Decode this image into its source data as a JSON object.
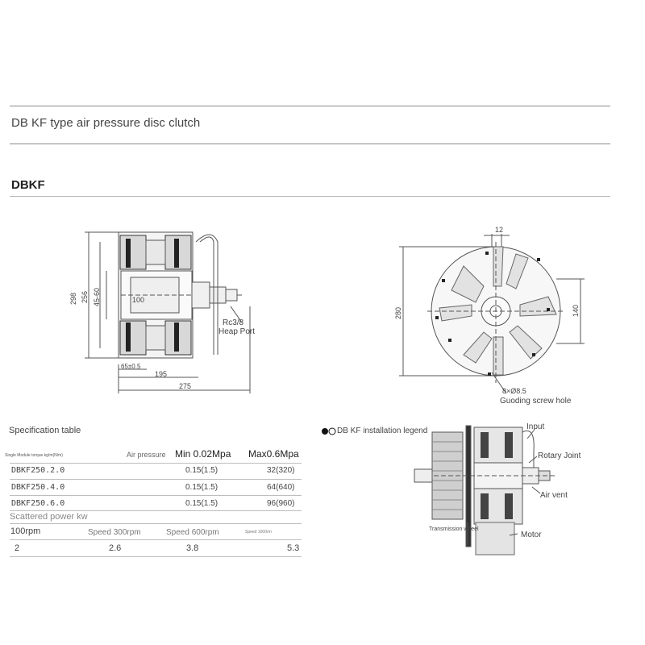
{
  "header": {
    "title": "DB KF type air pressure disc clutch",
    "model": "DBKF"
  },
  "drawing_left": {
    "dims": {
      "d298": "298",
      "d256": "256",
      "d4560": "45-60",
      "d100": "100",
      "d65": "65±0.5",
      "d195": "195",
      "d275": "275"
    },
    "port_code": "Rc3/8",
    "port_label": "Heap Port"
  },
  "drawing_right": {
    "dims": {
      "d12": "12",
      "d280": "280",
      "d140": "140"
    },
    "hole_code": "8×Ø8.5",
    "hole_label": "Guoding screw hole"
  },
  "spec_table": {
    "title": "Specification table",
    "torque_header": "Single Module torque kg/m(N/m)",
    "air_pressure_label": "Air pressure",
    "min_label": "Min 0.02Mpa",
    "max_label": "Max0.6Mpa",
    "rows": [
      {
        "model": "DBKF250.2.0",
        "min": "0.15(1.5)",
        "max": "32(320)"
      },
      {
        "model": "DBKF250.4.0",
        "min": "0.15(1.5)",
        "max": "64(640)"
      },
      {
        "model": "DBKF250.6.0",
        "min": "0.15(1.5)",
        "max": "96(960)"
      }
    ],
    "power_label": "Scattered power kw",
    "speed_headers": [
      "100rpm",
      "Speed 300rpm",
      "Speed 600rpm",
      "Speed 1000rm"
    ],
    "speed_values": [
      "2",
      "2.6",
      "3.8",
      "5.3"
    ]
  },
  "legend": {
    "title": "DB KF installation legend",
    "input": "Input",
    "rotary_joint": "Rotary Joint",
    "air_vent": "Air vent",
    "transmission_wheel": "Transmission wheel",
    "motor": "Motor"
  }
}
